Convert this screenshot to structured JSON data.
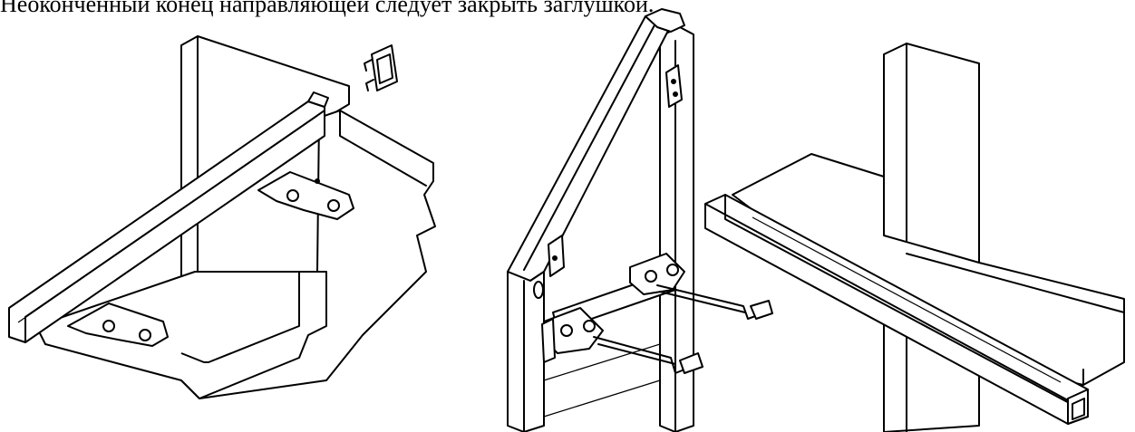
{
  "document": {
    "caption": "Неоконченный конец направляющей следует закрыть заглушкой."
  },
  "illustrations": [
    {
      "subject": "guide-rail-under-shelf-with-end-cap"
    },
    {
      "subject": "triangular-frame-with-rod-mechanism"
    },
    {
      "subject": "guide-rail-through-panel-with-cap"
    }
  ]
}
